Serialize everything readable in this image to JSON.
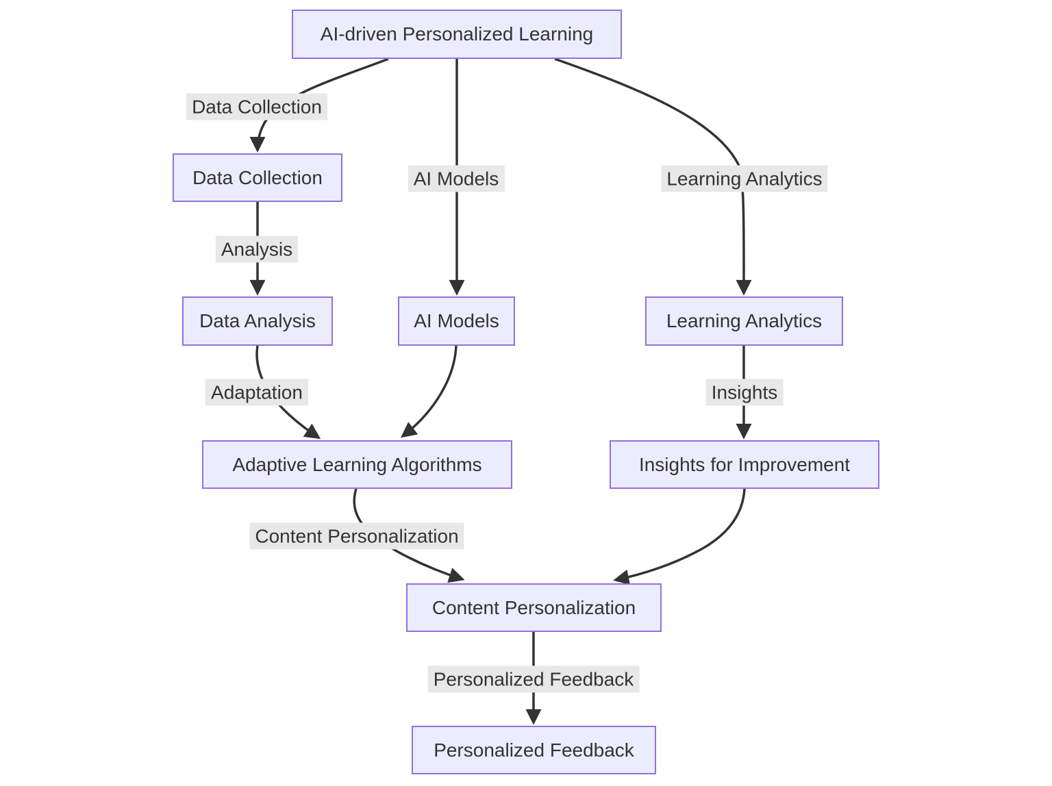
{
  "diagram": {
    "type": "flowchart",
    "direction": "top-down",
    "colors": {
      "node_fill": "#ECECFF",
      "node_border": "#9370DB",
      "edge_stroke": "#333333",
      "edge_label_background": "#e8e8e8",
      "text": "#333333",
      "background": "#ffffff"
    },
    "nodes": [
      {
        "id": "root",
        "label": "AI-driven Personalized Learning"
      },
      {
        "id": "data_collection",
        "label": "Data Collection"
      },
      {
        "id": "ai_models",
        "label": "AI Models"
      },
      {
        "id": "learning_analytics",
        "label": "Learning Analytics"
      },
      {
        "id": "data_analysis",
        "label": "Data Analysis"
      },
      {
        "id": "adaptive_learning_algorithms",
        "label": "Adaptive Learning Algorithms"
      },
      {
        "id": "insights_for_improvement",
        "label": "Insights for Improvement"
      },
      {
        "id": "content_personalization",
        "label": "Content Personalization"
      },
      {
        "id": "personalized_feedback",
        "label": "Personalized Feedback"
      }
    ],
    "edges": [
      {
        "from": "root",
        "to": "data_collection",
        "label": "Data Collection"
      },
      {
        "from": "root",
        "to": "ai_models",
        "label": "AI Models"
      },
      {
        "from": "root",
        "to": "learning_analytics",
        "label": "Learning Analytics"
      },
      {
        "from": "data_collection",
        "to": "data_analysis",
        "label": "Analysis"
      },
      {
        "from": "data_analysis",
        "to": "adaptive_learning_algorithms",
        "label": "Adaptation"
      },
      {
        "from": "ai_models",
        "to": "adaptive_learning_algorithms",
        "label": ""
      },
      {
        "from": "learning_analytics",
        "to": "insights_for_improvement",
        "label": "Insights"
      },
      {
        "from": "adaptive_learning_algorithms",
        "to": "content_personalization",
        "label": "Content Personalization"
      },
      {
        "from": "insights_for_improvement",
        "to": "content_personalization",
        "label": ""
      },
      {
        "from": "content_personalization",
        "to": "personalized_feedback",
        "label": "Personalized Feedback"
      }
    ]
  }
}
